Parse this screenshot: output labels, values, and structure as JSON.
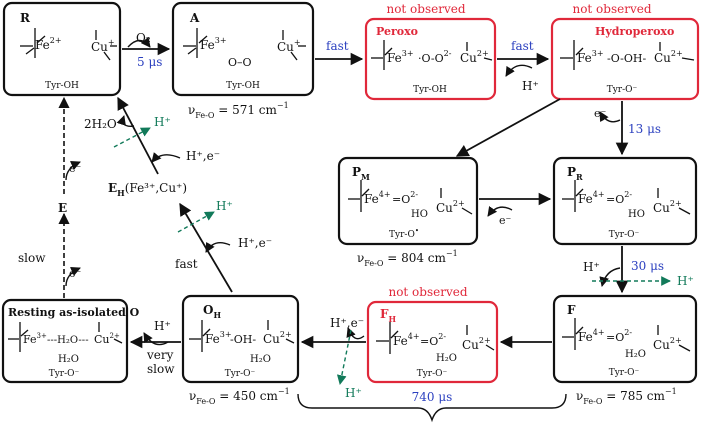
{
  "states": {
    "R": {
      "label": "R",
      "metal1": "Fe",
      "metal1_charge": "2+",
      "metal2": "Cu",
      "metal2_charge": "+",
      "ligand": "Tyr-OH",
      "observed": true
    },
    "A": {
      "label": "A",
      "metal1": "Fe",
      "metal1_charge": "3+",
      "bridge": "O–O",
      "metal2": "Cu",
      "metal2_charge": "+",
      "ligand": "Tyr-OH",
      "freq_prefix": "ν",
      "freq_sub": "Fe-O",
      "freq_value": " = 571 cm",
      "freq_exp": "−1",
      "observed": true
    },
    "Peroxo": {
      "label": "Peroxo",
      "metal1": "Fe",
      "metal1_charge": "3+",
      "bridge": "·O-O",
      "bridge_charge": "2-",
      "metal2": "Cu",
      "metal2_charge": "2+",
      "ligand": "Tyr-OH",
      "status": "not observed",
      "observed": false
    },
    "Hydroperoxo": {
      "label": "Hydroperoxo",
      "metal1": "Fe",
      "metal1_charge": "3+",
      "bridge": "-O-OH- ",
      "metal2": "Cu",
      "metal2_charge": "2+",
      "ligand": "Tyr-O⁻",
      "status": "not observed",
      "observed": false
    },
    "PM": {
      "label": "P",
      "label_sub": "M",
      "metal1": "Fe",
      "metal1_charge": "4+",
      "bridge": "=O",
      "bridge_charge": "2-",
      "oh": "HO",
      "metal2": "Cu",
      "metal2_charge": "2+",
      "ligand": "Tyr-O",
      "ligand_mark": "•",
      "freq_prefix": "ν",
      "freq_sub": "Fe-O",
      "freq_value": " = 804 cm",
      "freq_exp": "−1",
      "observed": true
    },
    "PR": {
      "label": "P",
      "label_sub": "R",
      "metal1": "Fe",
      "metal1_charge": "4+",
      "bridge": "=O",
      "bridge_charge": "2-",
      "oh": "HO",
      "metal2": "Cu",
      "metal2_charge": "2+",
      "ligand": "Tyr-O⁻",
      "observed": true
    },
    "F": {
      "label": "F",
      "metal1": "Fe",
      "metal1_charge": "4+",
      "bridge": "=O",
      "bridge_charge": "2-",
      "water": "H₂O",
      "metal2": "Cu",
      "metal2_charge": "2+",
      "ligand": "Tyr-O⁻",
      "freq_prefix": "ν",
      "freq_sub": "Fe-O",
      "freq_value": " = 785 cm",
      "freq_exp": "−1",
      "observed": true
    },
    "FH": {
      "label": "F",
      "label_sub": "H",
      "metal1": "Fe",
      "metal1_charge": "4+",
      "bridge": "=O",
      "bridge_charge": "2-",
      "water": "H₂O",
      "metal2": "Cu",
      "metal2_charge": "2+",
      "ligand": "Tyr-O⁻",
      "status": "not observed",
      "observed": false
    },
    "OH": {
      "label": "O",
      "label_sub": "H",
      "metal1": "Fe",
      "metal1_charge": "3+",
      "bridge": "-OH-",
      "water": "H₂O",
      "metal2": "Cu",
      "metal2_charge": "2+",
      "ligand": "Tyr-O⁻",
      "freq_prefix": "ν",
      "freq_sub": "Fe-O",
      "freq_value": " = 450 cm",
      "freq_exp": "−1",
      "observed": true
    },
    "Resting": {
      "label": "Resting as-isolated O",
      "metal1": "Fe",
      "metal1_charge": "3+",
      "bridge": "---H₂O---",
      "water": "H₂O",
      "metal2": "Cu",
      "metal2_charge": "2+",
      "ligand": "Tyr-O⁻",
      "observed": true
    }
  },
  "transitions": {
    "o2": "O₂",
    "t_5us": "5 μs",
    "fast1": "fast",
    "fast2": "fast",
    "fast3": "fast",
    "hplus": "H⁺",
    "eminus": "e⁻",
    "t_13us": "13 μs",
    "t_30us": "30 μs",
    "t_740us": "740 μs",
    "slow": "slow",
    "very_slow_1": "very",
    "very_slow_2": "slow",
    "h_e": "H⁺,e⁻",
    "two_h2o": "2H₂O",
    "E_label": "E",
    "EH_main": "E",
    "EH_sub": "H",
    "EH_rest": "(Fe³⁺,Cu⁺)"
  },
  "colors": {
    "observed_border": "#111111",
    "not_observed_border": "#e0283a",
    "not_observed_text": "#e0283a",
    "rate_text": "#2a3fbf",
    "proton_green": "#127a5a"
  }
}
